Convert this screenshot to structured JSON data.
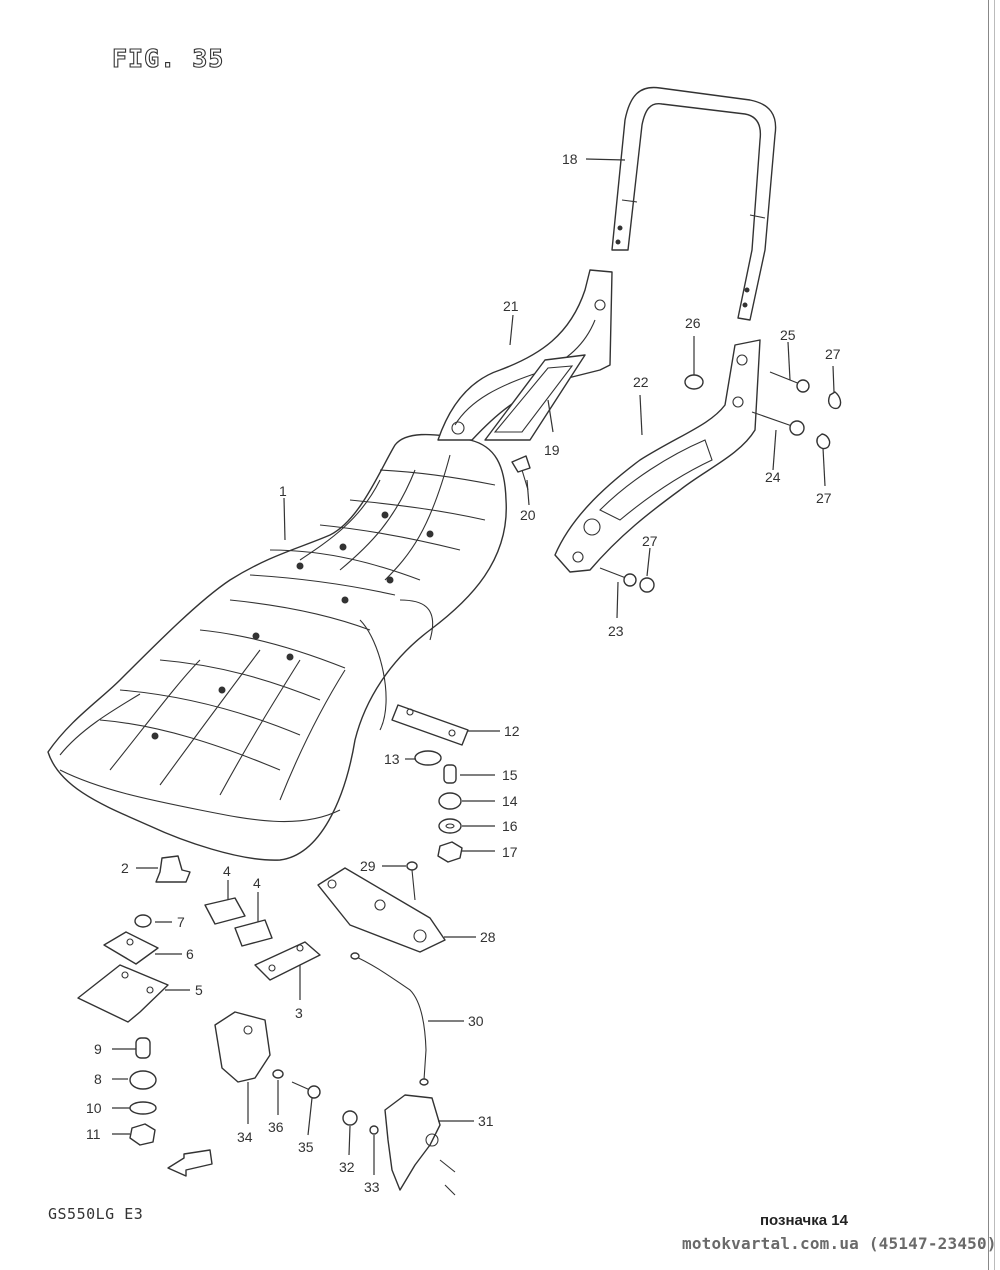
{
  "figure": {
    "title": "FIG. 35",
    "model": "GS550LG E3",
    "label": "позначка 14",
    "site": "motokvartal.com.ua (45147-23450)"
  },
  "part_numbers": {
    "p1": "1",
    "p2": "2",
    "p3": "3",
    "p4a": "4",
    "p4b": "4",
    "p5": "5",
    "p6": "6",
    "p7": "7",
    "p8": "8",
    "p9": "9",
    "p10": "10",
    "p11": "11",
    "p12": "12",
    "p13": "13",
    "p14": "14",
    "p15": "15",
    "p16": "16",
    "p17": "17",
    "p18": "18",
    "p19": "19",
    "p20": "20",
    "p21": "21",
    "p22": "22",
    "p23": "23",
    "p24": "24",
    "p25": "25",
    "p26": "26",
    "p27a": "27",
    "p27b": "27",
    "p27c": "27",
    "p28": "28",
    "p29": "29",
    "p30": "30",
    "p31": "31",
    "p32": "32",
    "p33": "33",
    "p34": "34",
    "p35": "35",
    "p36": "36"
  },
  "icons": {
    "front_arrow": "front-arrow-icon"
  }
}
